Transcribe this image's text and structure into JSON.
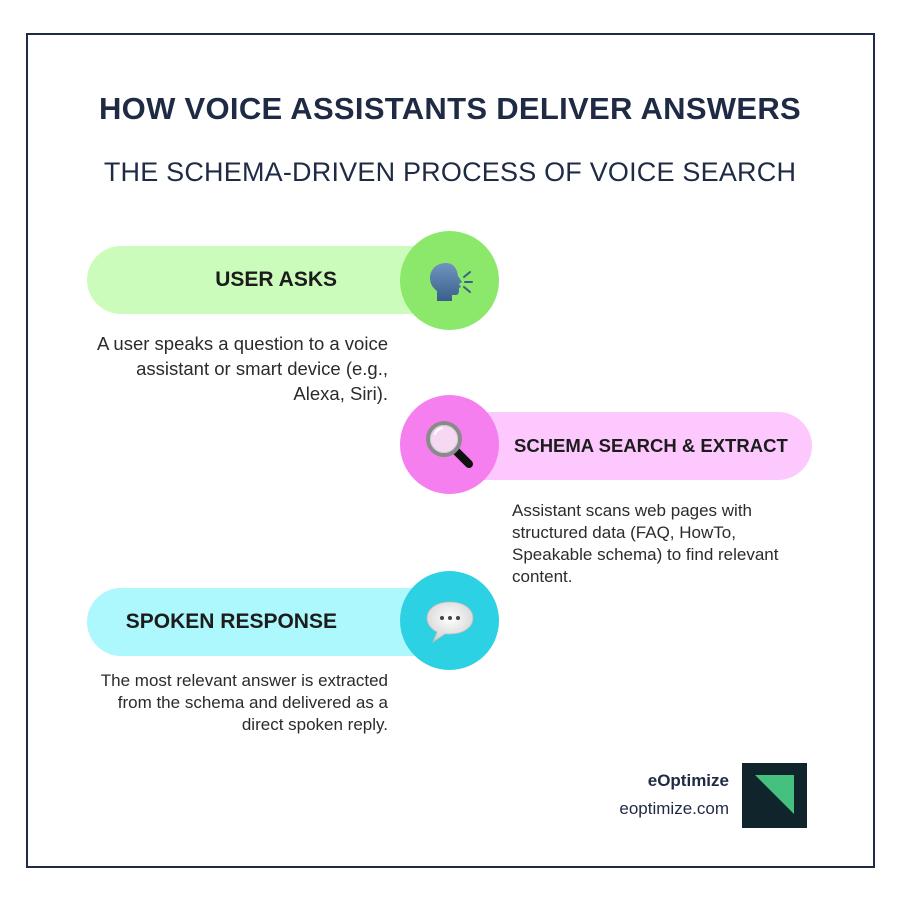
{
  "header": {
    "title": "HOW VOICE ASSISTANTS DELIVER ANSWERS",
    "subtitle": "THE SCHEMA-DRIVEN PROCESS OF VOICE SEARCH"
  },
  "steps": [
    {
      "label": "USER ASKS",
      "icon": "speaking-head-icon",
      "description": "A user speaks a question to a voice assistant or smart device (e.g., Alexa, Siri).",
      "pill_color": "#ccfcbb",
      "circle_color": "#8ce86b"
    },
    {
      "label": "SCHEMA SEARCH & EXTRACT",
      "icon": "magnifying-glass-icon",
      "description": "Assistant scans web pages with structured data (FAQ, HowTo, Speakable schema) to find relevant content.",
      "pill_color": "#fdc8fd",
      "circle_color": "#f67ff0"
    },
    {
      "label": "SPOKEN RESPONSE",
      "icon": "speech-bubble-icon",
      "description": "The most relevant answer is extracted from the schema and delivered as a direct spoken reply.",
      "pill_color": "#adf8fd",
      "circle_color": "#2dd1e4"
    }
  ],
  "brand": {
    "name": "eOptimize",
    "url": "eoptimize.com",
    "logo_bg": "#10242b",
    "logo_accent": "#45c07f"
  },
  "colors": {
    "frame": "#1f2a44",
    "title": "#1f2a44"
  }
}
